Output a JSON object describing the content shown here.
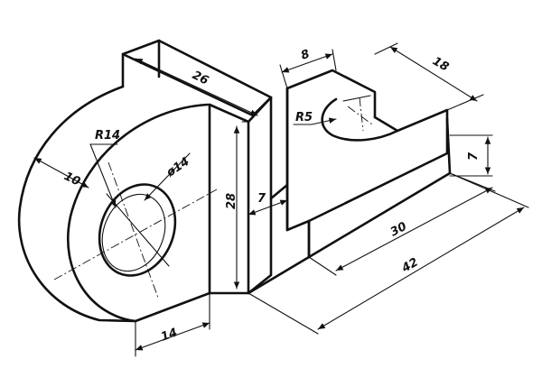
{
  "dimensions": {
    "width_top": "26",
    "ring_thickness": "10",
    "outer_radius": "R14",
    "bore_diameter": "ø14",
    "height": "28",
    "web_thickness": "7",
    "base_width": "14",
    "slot_offset": "8",
    "slot_radius": "R5",
    "base_depth": "18",
    "base_height": "7",
    "length_inner": "30",
    "length_overall": "42"
  }
}
